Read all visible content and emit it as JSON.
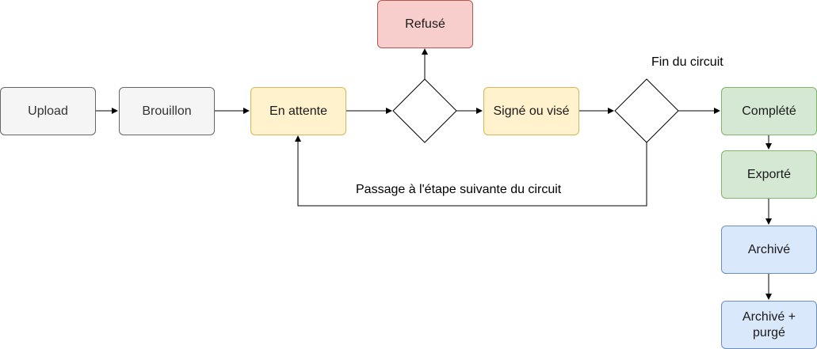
{
  "diagram": {
    "nodes": {
      "upload": {
        "label": "Upload",
        "fill": "#f5f5f5",
        "stroke": "#666666"
      },
      "brouillon": {
        "label": "Brouillon",
        "fill": "#f5f5f5",
        "stroke": "#666666"
      },
      "en_attente": {
        "label": "En attente",
        "fill": "#fff2cc",
        "stroke": "#d6b656"
      },
      "refuse": {
        "label": "Refusé",
        "fill": "#f8cecc",
        "stroke": "#b85450"
      },
      "signe_ou_vise": {
        "label": "Signé ou visé",
        "fill": "#fff2cc",
        "stroke": "#d6b656"
      },
      "complete": {
        "label": "Complété",
        "fill": "#d5e8d4",
        "stroke": "#82b366"
      },
      "exporte": {
        "label": "Exporté",
        "fill": "#d5e8d4",
        "stroke": "#82b366"
      },
      "archive": {
        "label": "Archivé",
        "fill": "#dae8fc",
        "stroke": "#6c8ebf"
      },
      "archive_purge": {
        "label": "Archivé + purgé",
        "fill": "#dae8fc",
        "stroke": "#6c8ebf"
      }
    },
    "decisions": [
      "decision-1",
      "decision-2"
    ],
    "edge_labels": {
      "fin_du_circuit": "Fin du circuit",
      "passage": "Passage à l'étape suivante du circuit"
    }
  }
}
